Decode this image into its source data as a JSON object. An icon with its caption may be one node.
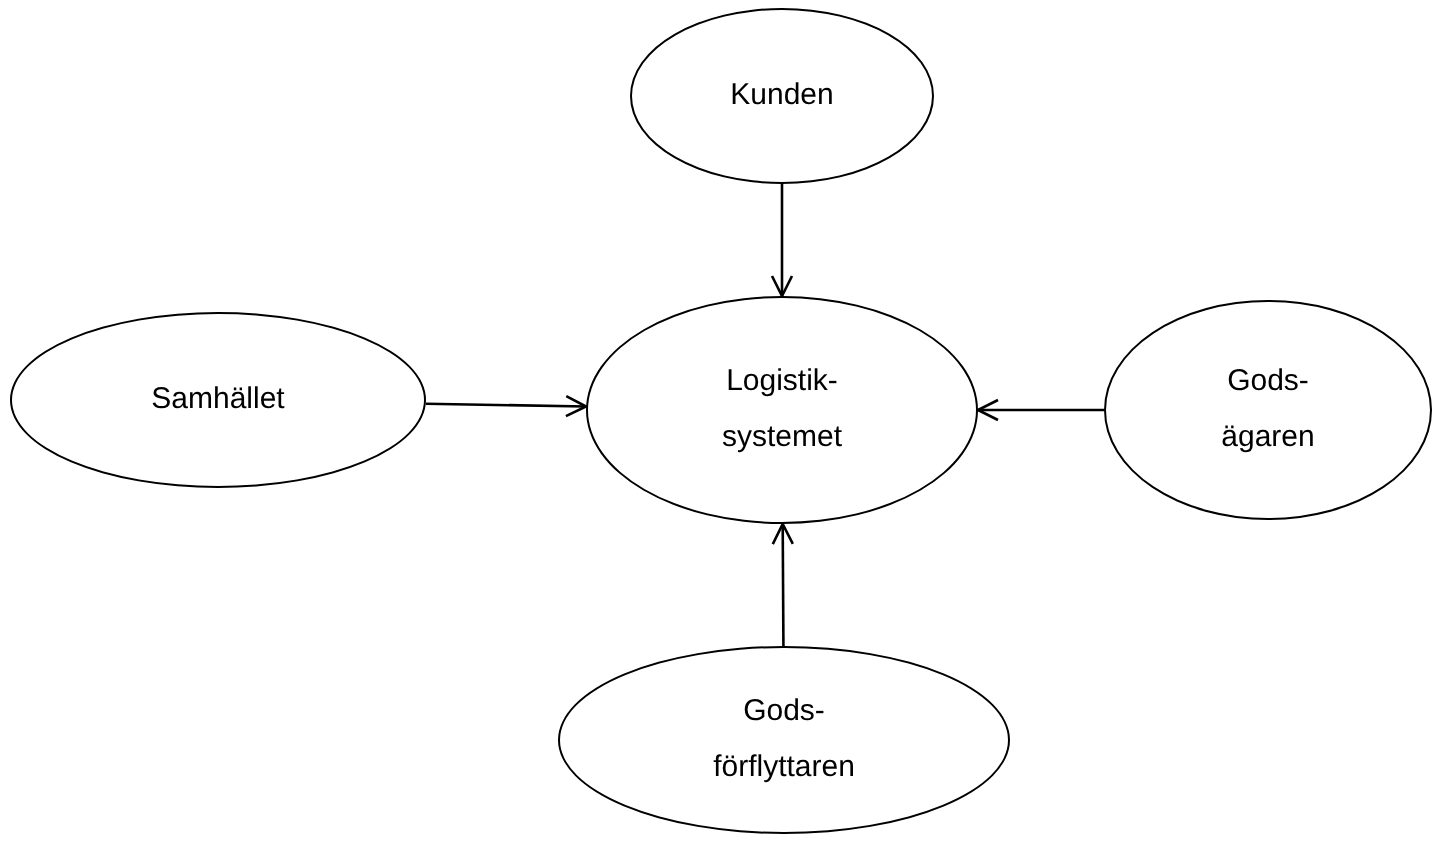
{
  "diagram": {
    "nodes": [
      {
        "text": [
          "Kunden"
        ]
      },
      {
        "text": [
          "Samhället"
        ]
      },
      {
        "text": [
          "Logistik- systemet"
        ]
      },
      {
        "text": [
          "Gods- ägaren"
        ]
      },
      {
        "text": [
          "Gods- förflyttaren"
        ]
      }
    ],
    "edges": [
      {
        "from": 0,
        "to": 2,
        "arrow": "to"
      },
      {
        "from": 1,
        "to": 2,
        "arrow": "to"
      },
      {
        "from": 3,
        "to": 2,
        "arrow": "to"
      },
      {
        "from": 4,
        "to": 2,
        "arrow": "to"
      }
    ]
  }
}
